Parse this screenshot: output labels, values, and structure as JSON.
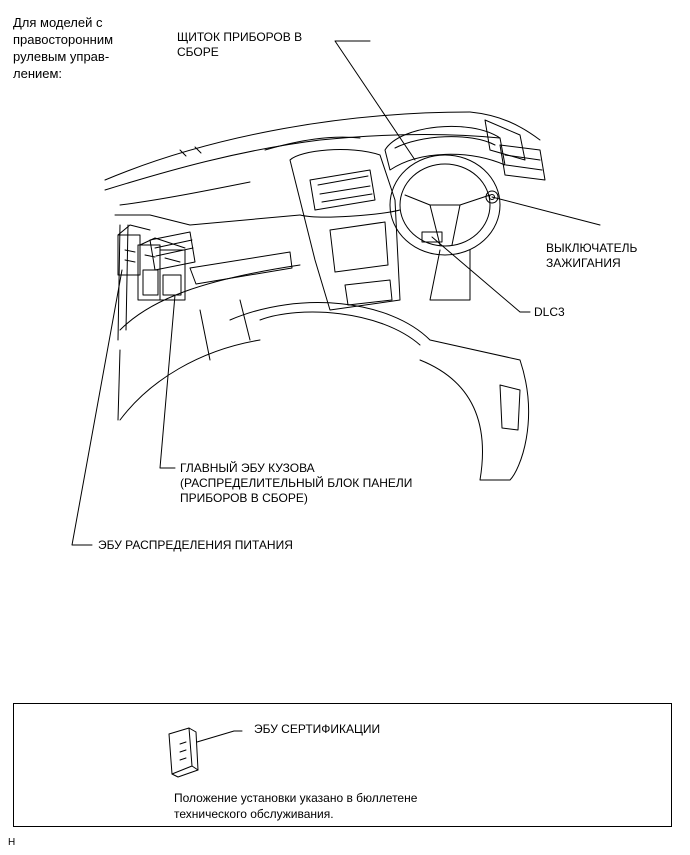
{
  "note_models": [
    "Для моделей с",
    "правосторонним",
    "рулевым управ-",
    "лением:"
  ],
  "labels": {
    "instrument_cluster": [
      "ЩИТОК ПРИБОРОВ В",
      "СБОРЕ"
    ],
    "ignition_switch": [
      "ВЫКЛЮЧАТЕЛЬ",
      "ЗАЖИГАНИЯ"
    ],
    "dlc3": "DLC3",
    "main_body_ecu": [
      "ГЛАВНЫЙ ЭБУ КУЗОВА",
      "(РАСПРЕДЕЛИТЕЛЬНЫЙ БЛОК ПАНЕЛИ",
      "ПРИБОРОВ В СБОРЕ)"
    ],
    "power_distribution_ecu": "ЭБУ РАСПРЕДЕЛЕНИЯ ПИТАНИЯ"
  },
  "certification_box": {
    "label": "ЭБУ СЕРТИФИКАЦИИ",
    "note": [
      "Положение установки указано в бюллетене",
      "технического обслуживания."
    ]
  },
  "figure_code": "H"
}
